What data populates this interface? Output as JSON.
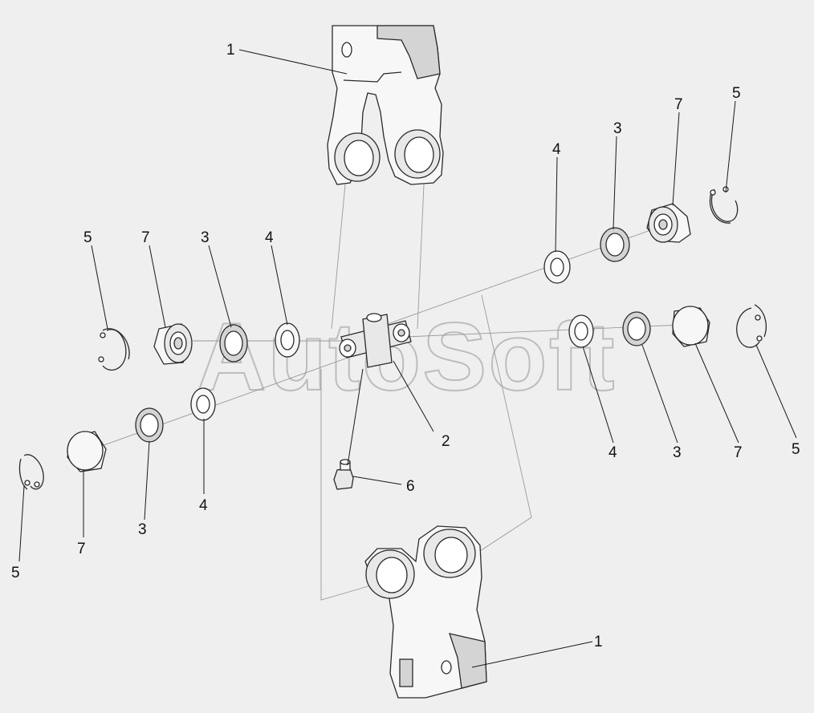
{
  "watermark": "AutoSoft",
  "colors": {
    "background": "#efefef",
    "part_fill": "#f7f7f7",
    "part_shade": "#d4d4d4",
    "line": "#2a2a2a",
    "watermark": "#bdbdbd"
  },
  "callouts": {
    "fork_top": "1",
    "fork_bottom": "1",
    "cross": "2",
    "fitting": "6",
    "left_upper": {
      "c5": "5",
      "c7": "7",
      "c3": "3",
      "c4": "4"
    },
    "left_lower": {
      "c5": "5",
      "c7": "7",
      "c3": "3",
      "c4": "4"
    },
    "right_upper": {
      "c4": "4",
      "c3": "3",
      "c7": "7",
      "c5": "5"
    },
    "right_lower": {
      "c4": "4",
      "c3": "3",
      "c7": "7",
      "c5": "5"
    }
  }
}
